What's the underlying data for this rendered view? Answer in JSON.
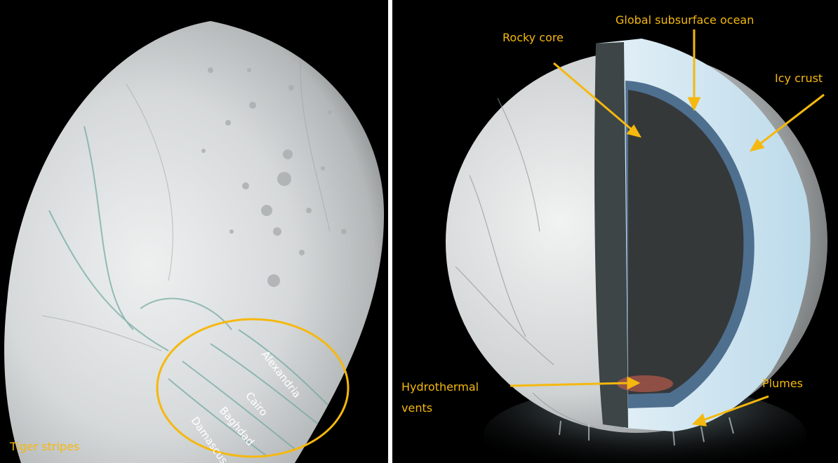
{
  "left_panel": {
    "caption": "Tiger stripes",
    "stripe_names": [
      "Alexandria",
      "Cairo",
      "Baghdad",
      "Damascus"
    ],
    "highlight_color": "#f5b80e"
  },
  "right_panel": {
    "labels": {
      "rocky_core": "Rocky core",
      "ocean": "Global subsurface ocean",
      "icy_crust": "Icy crust",
      "hydrothermal_vents": "Hydrothermal vents",
      "plumes": "Plumes"
    },
    "annotation_color": "#f5b80e"
  }
}
